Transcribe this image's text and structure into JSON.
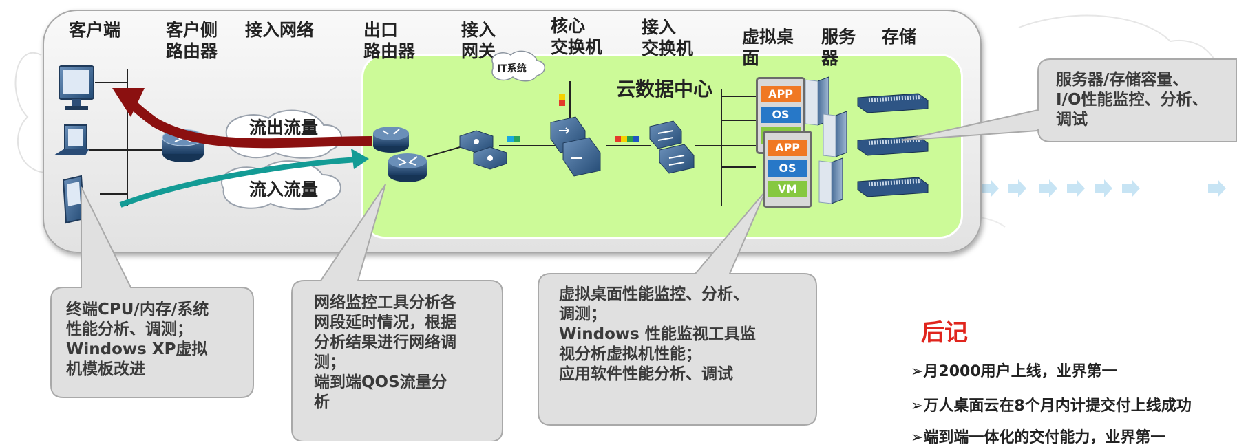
{
  "columns": {
    "client": "客户端",
    "client_router": "客户侧\n路由器",
    "access_network": "接入网络",
    "egress_router": "出口\n路由器",
    "access_gateway": "接入\n网关",
    "core_switch": "核心\n交换机",
    "access_switch": "接入\n交换机",
    "virtual_desktop": "虚拟桌\n面",
    "server": "服务\n器",
    "storage": "存储"
  },
  "labels": {
    "it_system": "IT系统",
    "cloud_dc": "云数据中心",
    "outflow": "流出流量",
    "inflow": "流入流量"
  },
  "vm_stack": [
    "APP",
    "OS",
    "VM"
  ],
  "callouts": {
    "terminal": "终端CPU/内存/系统\n性能分析、调测；\nWindows XP虚拟\n机模板改进",
    "network": "网络监控工具分析各\n网段延时情况，根据\n分析结果进行网络调\n测；\n端到端QOS流量分\n析",
    "desktop": "虚拟桌面性能监控、分析、\n调测；\nWindows 性能监视工具监\n视分析虚拟机性能；\n应用软件性能分析、调试",
    "server": "服务器/存储容量、\nI/O性能监控、分析、\n调试"
  },
  "afterword": {
    "title": "后记",
    "items": [
      "➢月2000用户上线，业界第一",
      "➢万人桌面云在8个月内计提交付上线成功",
      "➢端到端一体化的交付能力，业界第一"
    ]
  },
  "colors": {
    "dc_green": "#ccfa98",
    "outflow": "#8b1010",
    "inflow": "#139b95",
    "afterword_title": "#e0251d",
    "vm_app": "#f07823",
    "vm_os": "#2778c8",
    "vm_vm": "#86c840"
  }
}
